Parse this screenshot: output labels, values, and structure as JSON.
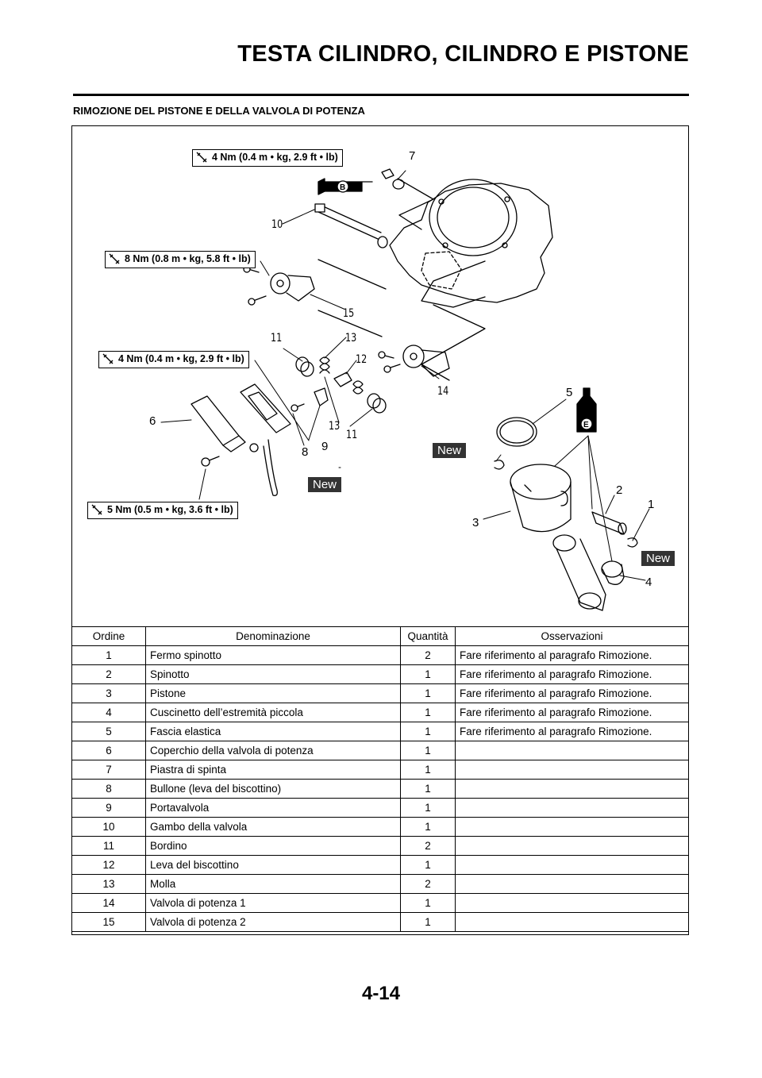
{
  "header": {
    "title": "TESTA CILINDRO, CILINDRO E PISTONE"
  },
  "section": {
    "title": "RIMOZIONE DEL PISTONE E DELLA VALVOLA DI POTENZA"
  },
  "figure": {
    "torque_labels": [
      "4 Nm (0.4 m • kg, 2.9 ft • lb)",
      "8 Nm (0.8 m • kg, 5.8 ft • lb)",
      "4 Nm (0.4 m • kg, 2.9 ft • lb)",
      "5 Nm (0.5 m • kg, 3.6 ft • lb)"
    ],
    "new_badges": [
      "New",
      "New",
      "New"
    ],
    "lubricant_marks": [
      "B",
      "E"
    ],
    "callouts": [
      "7",
      "10",
      "15",
      "11",
      "13",
      "12",
      "14",
      "6",
      "9",
      "8",
      "13",
      "11",
      "5",
      "2",
      "1",
      "3",
      "4"
    ]
  },
  "table": {
    "headers": [
      "Ordine",
      "Denominazione",
      "Quantità",
      "Osservazioni"
    ],
    "rows": [
      [
        "1",
        "Fermo spinotto",
        "2",
        "Fare riferimento al paragrafo Rimozione."
      ],
      [
        "2",
        "Spinotto",
        "1",
        "Fare riferimento al paragrafo Rimozione."
      ],
      [
        "3",
        "Pistone",
        "1",
        "Fare riferimento al paragrafo Rimozione."
      ],
      [
        "4",
        "Cuscinetto dell’estremità piccola",
        "1",
        "Fare riferimento al paragrafo Rimozione."
      ],
      [
        "5",
        "Fascia elastica",
        "1",
        "Fare riferimento al paragrafo Rimozione."
      ],
      [
        "6",
        "Coperchio della valvola di potenza",
        "1",
        ""
      ],
      [
        "7",
        "Piastra di spinta",
        "1",
        ""
      ],
      [
        "8",
        "Bullone (leva del biscottino)",
        "1",
        ""
      ],
      [
        "9",
        "Portavalvola",
        "1",
        ""
      ],
      [
        "10",
        "Gambo della valvola",
        "1",
        ""
      ],
      [
        "11",
        "Bordino",
        "2",
        ""
      ],
      [
        "12",
        "Leva del biscottino",
        "1",
        ""
      ],
      [
        "13",
        "Molla",
        "2",
        ""
      ],
      [
        "14",
        "Valvola di potenza 1",
        "1",
        ""
      ],
      [
        "15",
        "Valvola di potenza 2",
        "1",
        ""
      ]
    ]
  },
  "footer": {
    "page_number": "4-14"
  }
}
